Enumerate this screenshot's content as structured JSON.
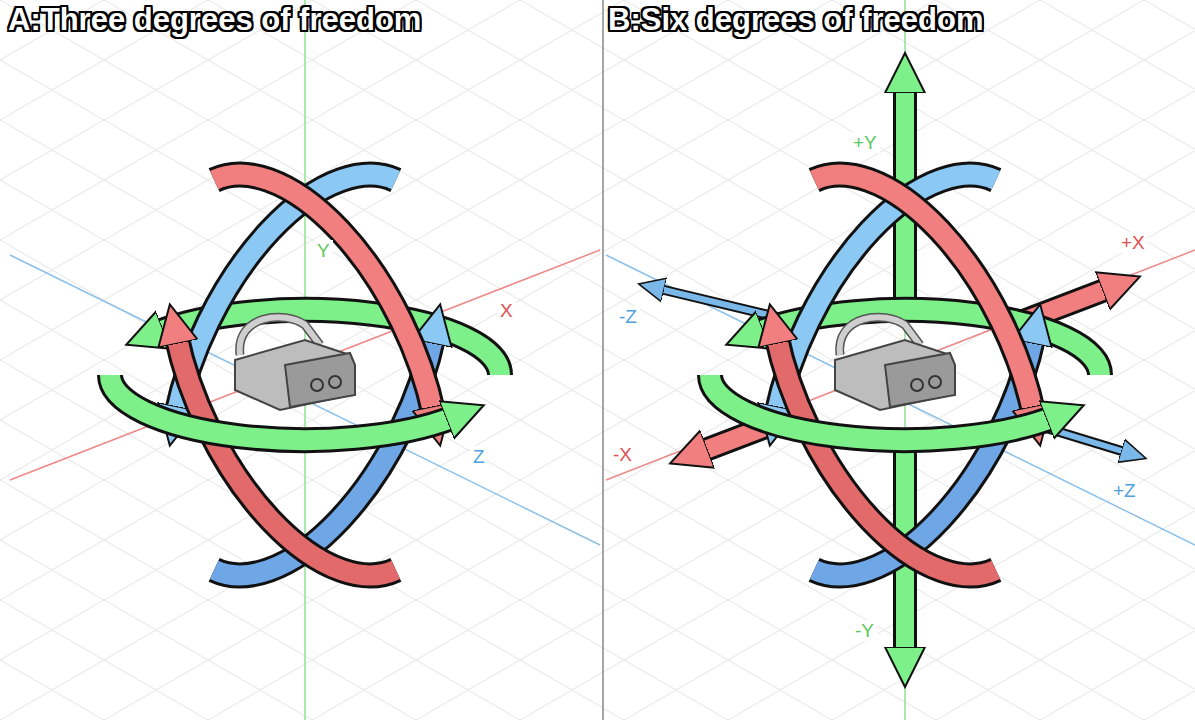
{
  "diagram": {
    "labels": [
      "A:Three degrees of freedom",
      "B:Six degrees of freedom",
      "Y",
      "X",
      "Z",
      "+Y",
      "+X",
      "-Z",
      "-X",
      "+Z",
      "-Y"
    ]
  }
}
